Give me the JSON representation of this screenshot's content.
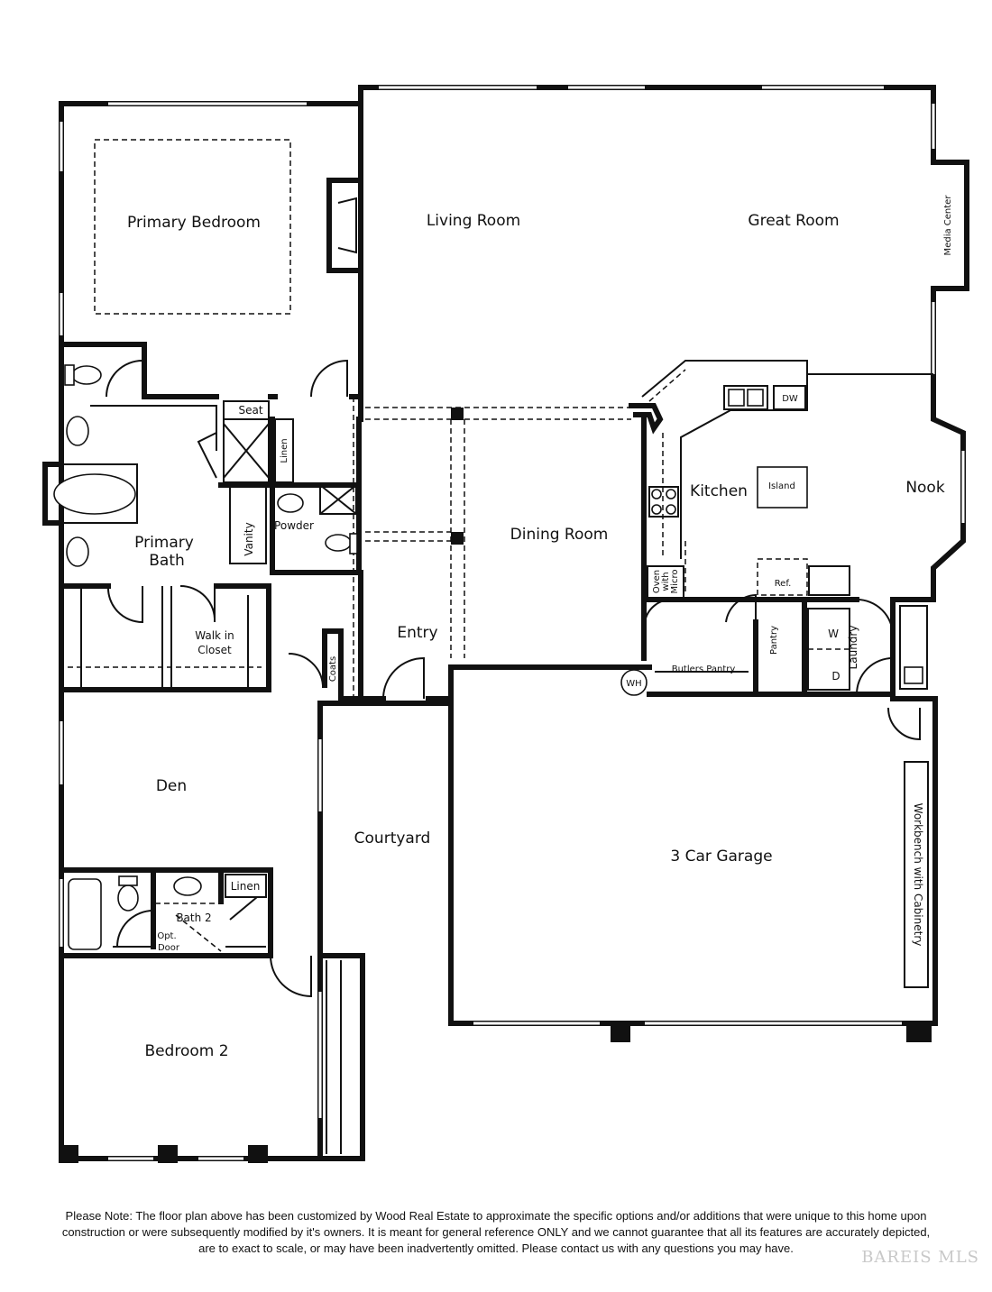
{
  "rooms": {
    "primary_bedroom": "Primary Bedroom",
    "living_room": "Living Room",
    "great_room": "Great Room",
    "media_center": "Media Center",
    "seat": "Seat",
    "linen_1": "Linen",
    "powder": "Powder",
    "vanity": "Vanity",
    "primary_bath_1": "Primary",
    "primary_bath_2": "Bath",
    "walk_in_1": "Walk in",
    "walk_in_2": "Closet",
    "dw": "DW",
    "kitchen": "Kitchen",
    "island": "Island",
    "nook": "Nook",
    "dining_room": "Dining Room",
    "oven_1": "Oven",
    "oven_2": "with",
    "oven_3": "Micro",
    "ref": "Ref.",
    "pantry": "Pantry",
    "w": "W",
    "d": "D",
    "laundry": "Laundry",
    "entry": "Entry",
    "coats": "Coats",
    "butlers_pantry": "Butlers Pantry",
    "wh": "WH",
    "den": "Den",
    "courtyard": "Courtyard",
    "garage": "3 Car Garage",
    "workbench": "Workbench with Cabinetry",
    "linen_2": "Linen",
    "bath_2": "Bath 2",
    "opt_door_1": "Opt.",
    "opt_door_2": "Door",
    "bedroom_2": "Bedroom 2"
  },
  "note": "Please Note: The floor plan above has been customized by Wood Real Estate to approximate the specific options and/or additions that were unique to this home upon construction or were subsequently modified by it's owners. It is meant for general reference ONLY and we cannot guarantee that all its features are accurately depicted, are to exact to scale, or may have been inadvertently omitted. Please contact us with any questions you may have.",
  "watermark": "BAREIS MLS"
}
